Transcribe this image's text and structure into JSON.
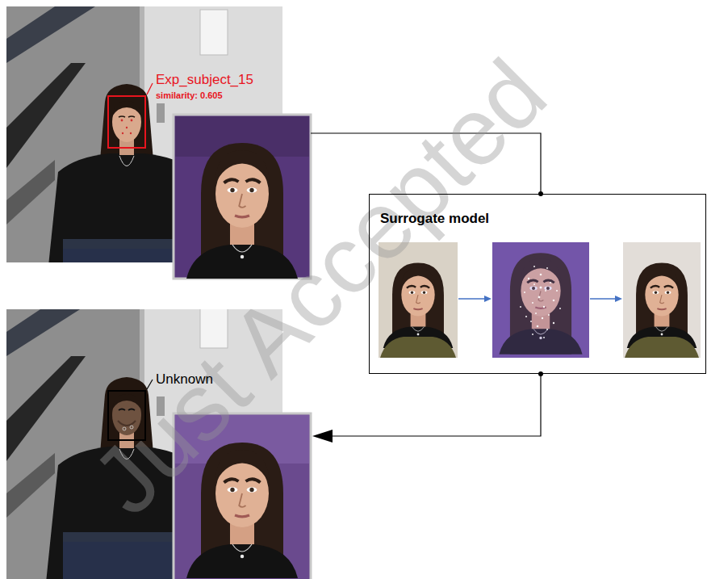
{
  "diagram": {
    "nodes": [
      {
        "text": [
          "Exp_subject_15",
          "similarity: 0.605"
        ]
      },
      {
        "text": [
          "Surrogate model"
        ]
      },
      {
        "text": [
          "Unknown"
        ]
      }
    ],
    "labels": [
      "Just Accepted"
    ]
  }
}
